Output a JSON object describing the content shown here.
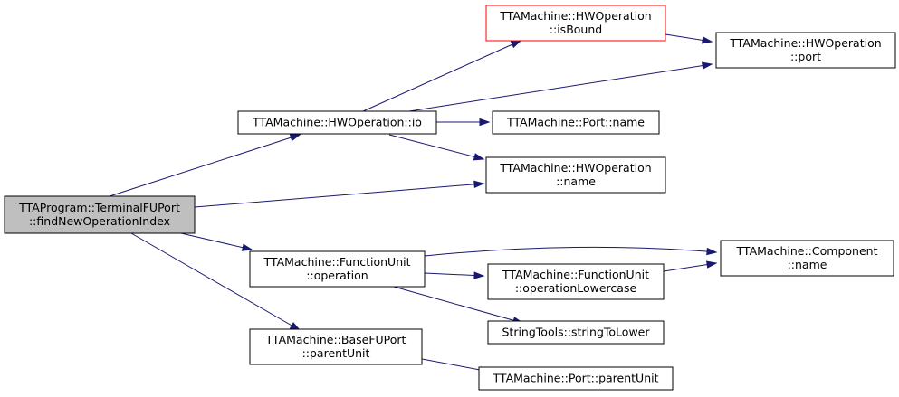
{
  "colors": {
    "edge": "#191970",
    "root_fill": "#bfbfbf",
    "node_fill": "#ffffff",
    "node_border": "#000000",
    "highlight_border": "#ff0000"
  },
  "nodes": [
    {
      "id": "root",
      "lines": [
        "TTAProgram::TerminalFUPort",
        "::findNewOperationIndex"
      ],
      "role": "root"
    },
    {
      "id": "hwop_io",
      "lines": [
        "TTAMachine::HWOperation::io"
      ],
      "role": "node"
    },
    {
      "id": "hwop_isbound",
      "lines": [
        "TTAMachine::HWOperation",
        "::isBound"
      ],
      "role": "highlight"
    },
    {
      "id": "hwop_port",
      "lines": [
        "TTAMachine::HWOperation",
        "::port"
      ],
      "role": "node"
    },
    {
      "id": "port_name",
      "lines": [
        "TTAMachine::Port::name"
      ],
      "role": "node"
    },
    {
      "id": "hwop_name",
      "lines": [
        "TTAMachine::HWOperation",
        "::name"
      ],
      "role": "node"
    },
    {
      "id": "fu_operation",
      "lines": [
        "TTAMachine::FunctionUnit",
        "::operation"
      ],
      "role": "node"
    },
    {
      "id": "component_name",
      "lines": [
        "TTAMachine::Component",
        "::name"
      ],
      "role": "node"
    },
    {
      "id": "fu_oplower",
      "lines": [
        "TTAMachine::FunctionUnit",
        "::operationLowercase"
      ],
      "role": "node"
    },
    {
      "id": "stringtolower",
      "lines": [
        "StringTools::stringToLower"
      ],
      "role": "node"
    },
    {
      "id": "basefuport_parentunit",
      "lines": [
        "TTAMachine::BaseFUPort",
        "::parentUnit"
      ],
      "role": "node"
    },
    {
      "id": "port_parentunit",
      "lines": [
        "TTAMachine::Port::parentUnit"
      ],
      "role": "node"
    }
  ],
  "edges": [
    {
      "from": "root",
      "to": "hwop_io"
    },
    {
      "from": "root",
      "to": "hwop_name"
    },
    {
      "from": "root",
      "to": "fu_operation"
    },
    {
      "from": "root",
      "to": "basefuport_parentunit"
    },
    {
      "from": "hwop_io",
      "to": "hwop_isbound"
    },
    {
      "from": "hwop_io",
      "to": "hwop_port"
    },
    {
      "from": "hwop_io",
      "to": "port_name"
    },
    {
      "from": "hwop_io",
      "to": "hwop_name"
    },
    {
      "from": "hwop_isbound",
      "to": "hwop_port"
    },
    {
      "from": "fu_operation",
      "to": "component_name"
    },
    {
      "from": "fu_operation",
      "to": "fu_oplower"
    },
    {
      "from": "fu_operation",
      "to": "stringtolower"
    },
    {
      "from": "fu_oplower",
      "to": "component_name"
    },
    {
      "from": "basefuport_parentunit",
      "to": "port_parentunit"
    }
  ]
}
